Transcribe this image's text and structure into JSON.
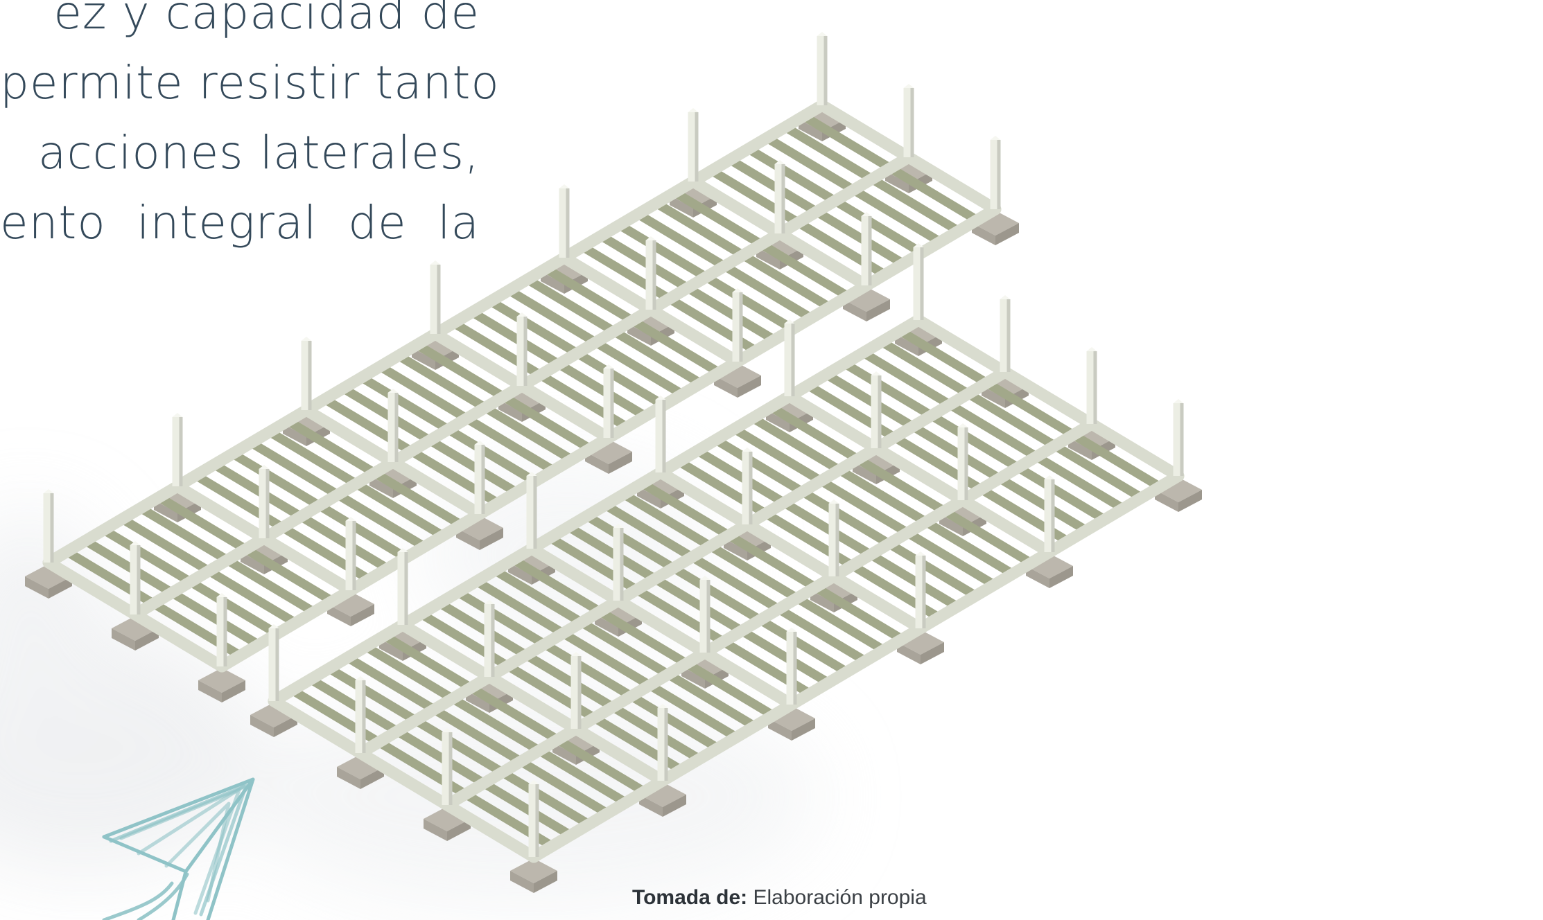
{
  "body_text": {
    "lines": [
      "ez y capacidad de",
      "permite resistir tanto",
      "acciones laterales,",
      "ento integral de la"
    ]
  },
  "figure": {
    "caption_label": "Tomada de:",
    "caption_text": "Elaboración propia"
  },
  "colors": {
    "text": "#34495a",
    "column": "#eceee4",
    "beam": "#d9dccf",
    "joist": "#a2a88a",
    "footing": "#bcb7ad",
    "plane_sketch": "#8fc3c7"
  }
}
